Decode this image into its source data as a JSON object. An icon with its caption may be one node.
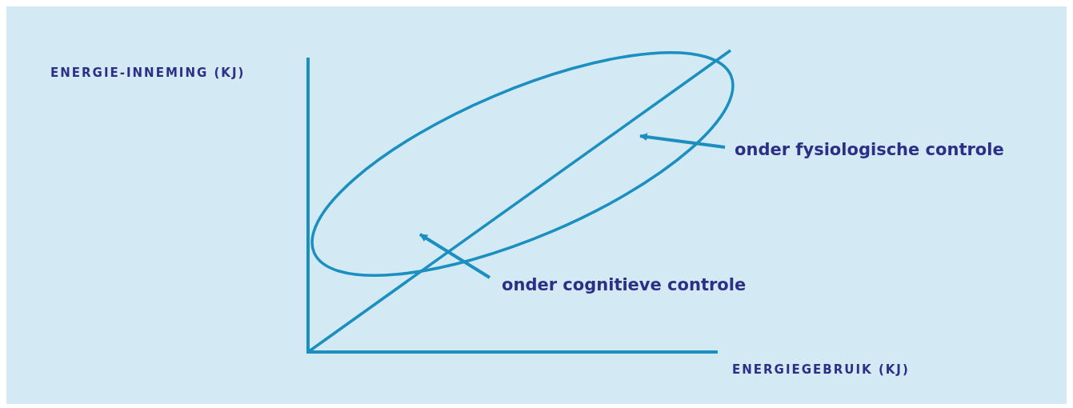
{
  "diagram": {
    "nodes": [
      {
        "text": [
          "onder fysiologische controle"
        ]
      },
      {
        "text": [
          "onder cognitieve controle"
        ]
      }
    ],
    "edges": [
      {
        "from": 0,
        "to": null,
        "arrow": "to"
      },
      {
        "from": 1,
        "to": null,
        "arrow": "to"
      }
    ],
    "labels": [
      "ENERGIE-INNEMING (KJ)",
      "ENERGIEGEBRUIK (KJ)"
    ]
  }
}
